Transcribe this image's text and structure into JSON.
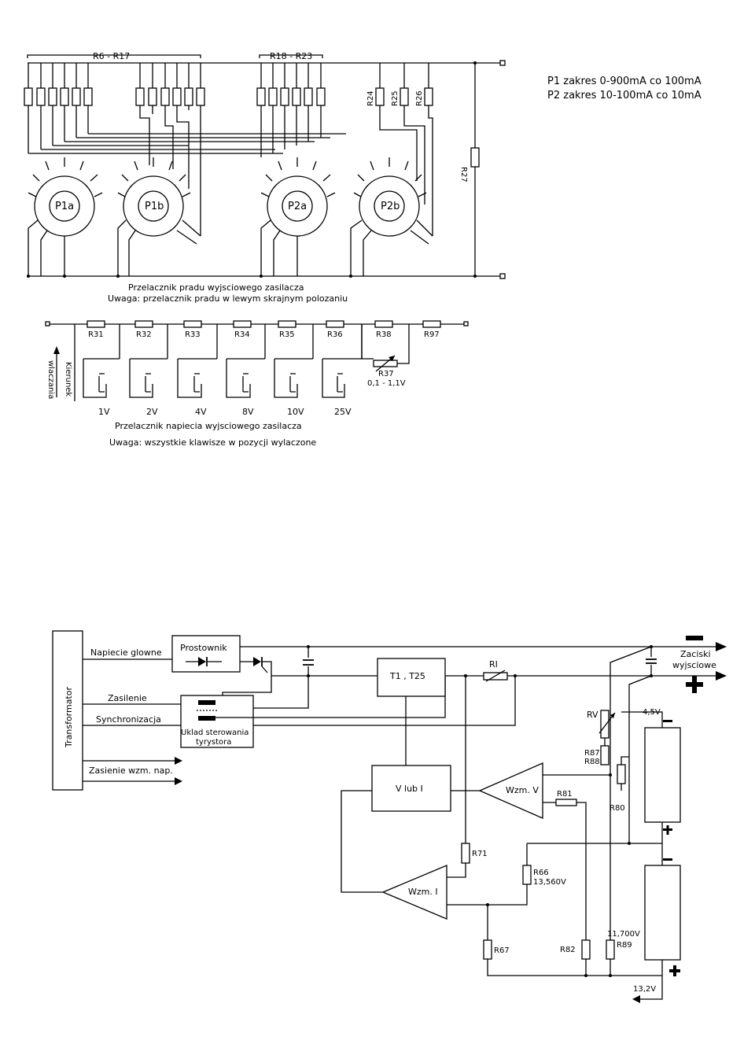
{
  "current_switch": {
    "bracket_left": "R6 - R17",
    "bracket_right": "R18 - R23",
    "resistors": [
      "R24",
      "R25",
      "R26",
      "R27"
    ],
    "switches": [
      "P1a",
      "P1b",
      "P2a",
      "P2b"
    ],
    "caption": "Przelacznik pradu wyjsciowego zasilacza",
    "note": "Uwaga: przelacznik pradu w lewym skrajnym polozaniu"
  },
  "ranges": {
    "p1": "P1  zakres 0-900mA co 100mA",
    "p2": "P2  zakres 10-100mA co 10mA"
  },
  "voltage_switch": {
    "resistors": [
      "R31",
      "R32",
      "R33",
      "R34",
      "R35",
      "R36",
      "R38",
      "R97"
    ],
    "pot_name": "R37",
    "pot_range": "0,1 - 1,1V",
    "keys": [
      "1V",
      "2V",
      "4V",
      "8V",
      "10V",
      "25V"
    ],
    "direction_label_1": "Kierunek",
    "direction_label_2": "wlaczania",
    "caption": "Przelacznik napiecia  wyjsciowego  zasilacza",
    "note": "Uwaga: wszystkie klawisze w pozycji wylaczone"
  },
  "block_diagram": {
    "transformer": "Transformator",
    "main_voltage": "Napiecie glowne",
    "supply": "Zasilenie",
    "sync": "Synchronizacja",
    "amp_supply": "Zasienie wzm. nap.",
    "rectifier": "Prostownik",
    "thyristor_ctrl_1": "Uklad sterowania",
    "thyristor_ctrl_2": "tyrystora",
    "transistors": "T1 , T25",
    "v_or_i": "V lub I",
    "amp_v": "Wzm. V",
    "amp_i": "Wzm. I",
    "ri": "RI",
    "rv": "RV",
    "r87_88_a": "R87",
    "r87_88_b": "R88",
    "r80": "R80",
    "r81": "R81",
    "r71": "R71",
    "r66": "R66",
    "r66_v": "13,560V",
    "r67": "R67",
    "r82": "R82",
    "r89": "R89",
    "r89_v": "11,700V",
    "v45": "4,5V",
    "v132": "13,2V",
    "terminals_1": "Zaciski",
    "terminals_2": "wyjsciowe",
    "minus": "−",
    "plus": "+"
  }
}
